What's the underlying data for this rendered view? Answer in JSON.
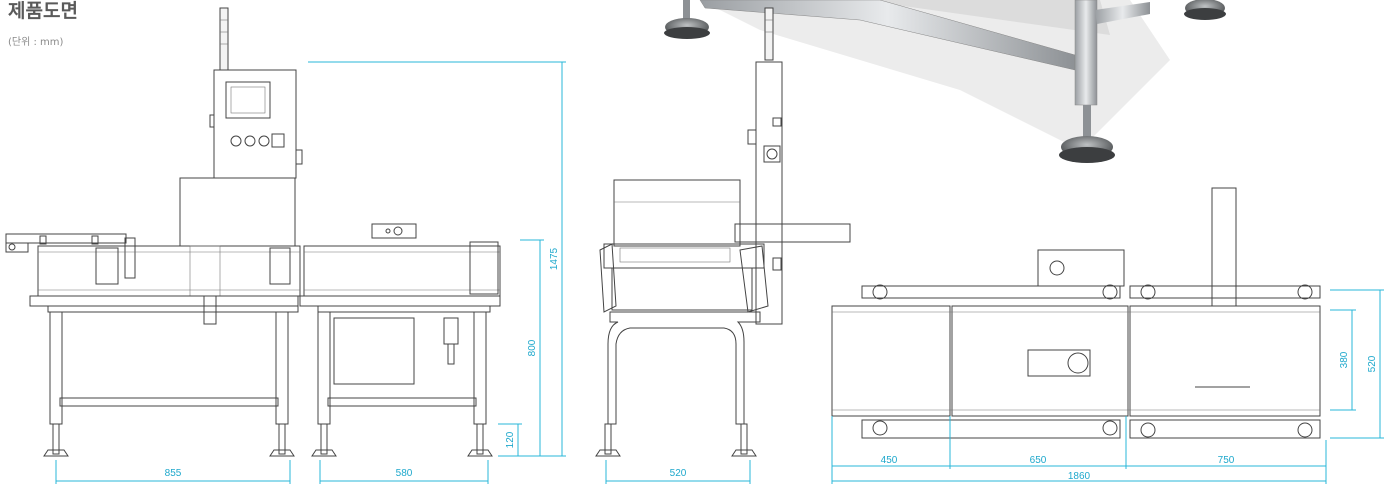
{
  "title": "제품도면",
  "unit_note": "(단위 : mm)",
  "colors": {
    "dimension": "#29b7d8",
    "line": "#444444",
    "title": "#5a5a5a"
  },
  "dimensions": {
    "front_width_left": "855",
    "front_width_right": "580",
    "total_height": "1475",
    "conveyor_height": "800",
    "foot_height": "120",
    "side_width": "520",
    "top_seg1": "450",
    "top_seg2": "650",
    "top_seg3": "750",
    "top_total": "1860",
    "top_depth_inner": "380",
    "top_depth_outer": "520"
  }
}
